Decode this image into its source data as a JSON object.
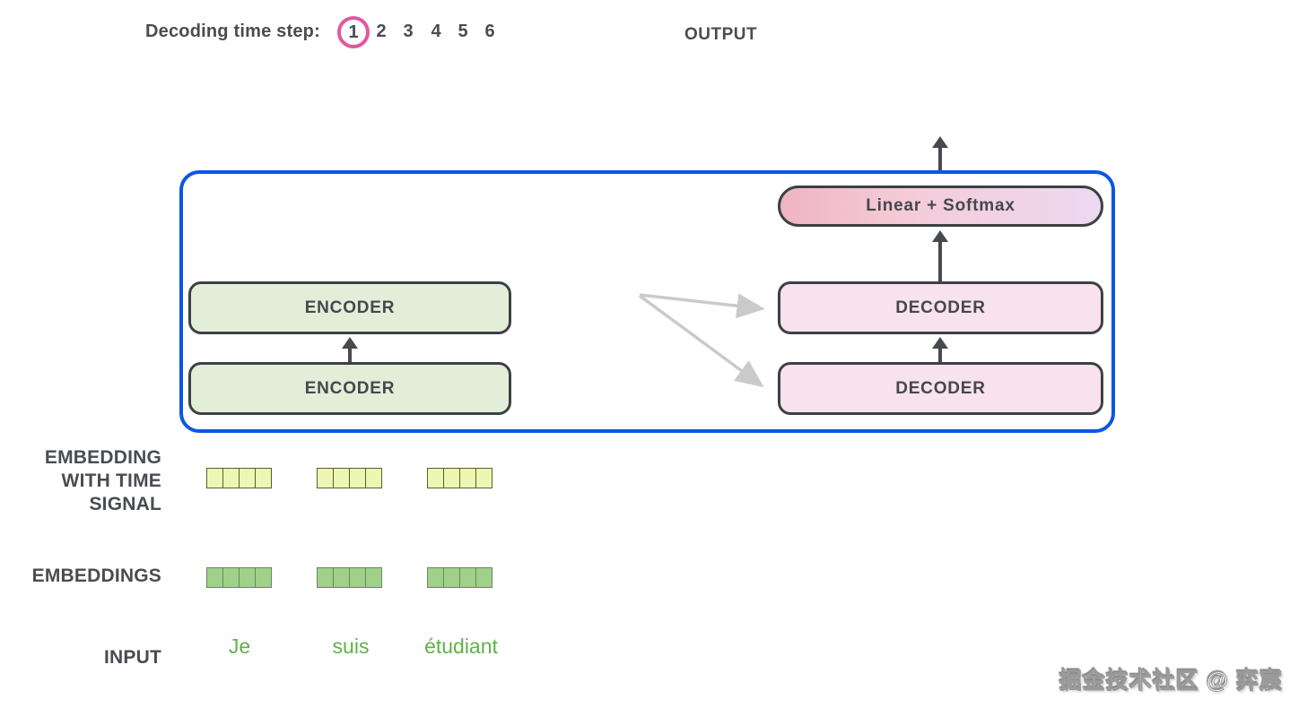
{
  "header": {
    "decoding_label": "Decoding time step:",
    "time_steps": [
      "1",
      "2",
      "3",
      "4",
      "5",
      "6"
    ],
    "selected_step": "1",
    "output_label": "OUTPUT"
  },
  "model": {
    "linear_softmax_label": "Linear + Softmax",
    "encoders": [
      "ENCODER",
      "ENCODER"
    ],
    "decoders": [
      "DECODER",
      "DECODER"
    ]
  },
  "labels": {
    "time_signal_lines": [
      "EMBEDDING",
      "WITH TIME",
      "SIGNAL"
    ],
    "embeddings": "EMBEDDINGS",
    "input": "INPUT"
  },
  "input_words": [
    "Je",
    "suis",
    "étudiant"
  ],
  "embedding_rows": {
    "vectors_per_row": 3,
    "cells_per_vector": 4
  },
  "watermark": {
    "text": "掘金技术社区 @ 弈宸"
  },
  "colors": {
    "container_border": "#0d56e5",
    "step_circle": "#e2589d",
    "encoder_fill": "#e3eed9",
    "decoder_fill": "#f8e2ed",
    "linear_softmax_gradient_left": "#efb4c2",
    "linear_softmax_gradient_right": "#ecd9f2",
    "time_signal_cell": "#eef6b3",
    "embedding_cell": "#9fd189",
    "input_word_green": "#5fb248",
    "dark_arrow": "#46494e",
    "cross_arrow_gray": "#c9cac9",
    "text_dark": "#494d52"
  }
}
